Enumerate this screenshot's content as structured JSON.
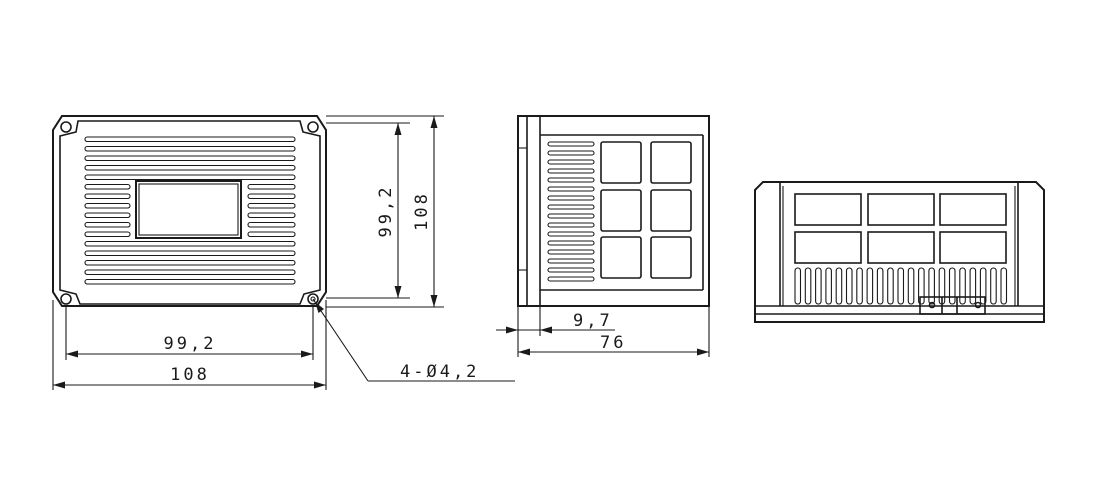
{
  "dimensions": {
    "front_inner_width": "99,2",
    "front_outer_width": "108",
    "front_inner_height": "99,2",
    "front_outer_height": "108",
    "hole_callout": "4-Ø4,2",
    "side_flange": "9,7",
    "side_depth": "76"
  },
  "colors": {
    "line": "#1a1a1a",
    "background": "#ffffff"
  }
}
